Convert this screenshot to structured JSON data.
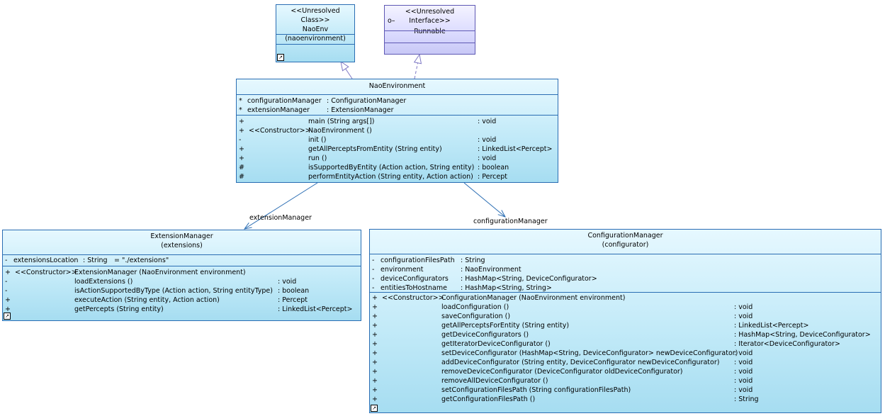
{
  "nao_env": {
    "stereotype": "<<Unresolved Class>>",
    "name": "NaoEnv",
    "package": "(naoenvironment)",
    "nav_glyph": "↗"
  },
  "runnable": {
    "stereotype": "<<Unresolved Interface>>",
    "lollipop": "o–",
    "name": "Runnable"
  },
  "nao_environment": {
    "name": "NaoEnvironment",
    "attributes": [
      {
        "vis": "*",
        "name": "configurationManager",
        "type": ": ConfigurationManager"
      },
      {
        "vis": "*",
        "name": "extensionManager",
        "type": ": ExtensionManager"
      }
    ],
    "operations": [
      {
        "vis": "+",
        "stereo": "",
        "sig": "main (String args[])",
        "ret": ": void"
      },
      {
        "vis": "+",
        "stereo": "<<Constructor>>",
        "sig": "NaoEnvironment ()",
        "ret": ""
      },
      {
        "vis": "-",
        "stereo": "",
        "sig": "init ()",
        "ret": ": void"
      },
      {
        "vis": "+",
        "stereo": "",
        "sig": "getAllPerceptsFromEntity (String entity)",
        "ret": ": LinkedList<Percept>"
      },
      {
        "vis": "+",
        "stereo": "",
        "sig": "run ()",
        "ret": ": void"
      },
      {
        "vis": "#",
        "stereo": "",
        "sig": "isSupportedByEntity (Action action, String entity)",
        "ret": ": boolean"
      },
      {
        "vis": "#",
        "stereo": "",
        "sig": "performEntityAction (String entity, Action action)",
        "ret": ": Percept"
      }
    ]
  },
  "extension_manager": {
    "name": "ExtensionManager",
    "package": "(extensions)",
    "nav_glyph": "↗",
    "attributes": [
      {
        "vis": "-",
        "name": "extensionsLocation",
        "type": ": String",
        "value": "= \"./extensions\""
      }
    ],
    "operations": [
      {
        "vis": "+",
        "stereo": "<<Constructor>>",
        "sig": "ExtensionManager (NaoEnvironment environment)",
        "ret": ""
      },
      {
        "vis": "-",
        "stereo": "",
        "sig": "loadExtensions ()",
        "ret": ": void"
      },
      {
        "vis": "-",
        "stereo": "",
        "sig": "isActionSupportedByType (Action action, String entityType)",
        "ret": ": boolean"
      },
      {
        "vis": "+",
        "stereo": "",
        "sig": "executeAction (String entity, Action action)",
        "ret": ": Percept"
      },
      {
        "vis": "+",
        "stereo": "",
        "sig": "getPercepts (String entity)",
        "ret": ": LinkedList<Percept>"
      }
    ]
  },
  "configuration_manager": {
    "name": "ConfigurationManager",
    "package": "(configurator)",
    "nav_glyph": "↗",
    "attributes": [
      {
        "vis": "-",
        "name": "configurationFilesPath",
        "type": ": String"
      },
      {
        "vis": "-",
        "name": "environment",
        "type": ": NaoEnvironment"
      },
      {
        "vis": "-",
        "name": "deviceConfigurators",
        "type": ": HashMap<String, DeviceConfigurator>"
      },
      {
        "vis": "-",
        "name": "entitiesToHostname",
        "type": ": HashMap<String, String>"
      }
    ],
    "operations": [
      {
        "vis": "+",
        "stereo": "<<Constructor>>",
        "sig": "ConfigurationManager (NaoEnvironment environment)",
        "ret": ""
      },
      {
        "vis": "+",
        "stereo": "",
        "sig": "loadConfiguration ()",
        "ret": ": void"
      },
      {
        "vis": "+",
        "stereo": "",
        "sig": "saveConfiguration ()",
        "ret": ": void"
      },
      {
        "vis": "+",
        "stereo": "",
        "sig": "getAllPerceptsForEntity (String entity)",
        "ret": ": LinkedList<Percept>"
      },
      {
        "vis": "+",
        "stereo": "",
        "sig": "getDeviceConfigurators ()",
        "ret": ": HashMap<String, DeviceConfigurator>"
      },
      {
        "vis": "+",
        "stereo": "",
        "sig": "getIteratorDeviceConfigurator ()",
        "ret": ": Iterator<DeviceConfigurator>"
      },
      {
        "vis": "+",
        "stereo": "",
        "sig": "setDeviceConfigurator (HashMap<String, DeviceConfigurator> newDeviceConfigurator)",
        "ret": ": void"
      },
      {
        "vis": "+",
        "stereo": "",
        "sig": "addDeviceConfigurator (String entity, DeviceConfigurator newDeviceConfigurator)",
        "ret": ": void"
      },
      {
        "vis": "+",
        "stereo": "",
        "sig": "removeDeviceConfigurator (DeviceConfigurator oldDeviceConfigurator)",
        "ret": ": void"
      },
      {
        "vis": "+",
        "stereo": "",
        "sig": "removeAllDeviceConfigurator ()",
        "ret": ": void"
      },
      {
        "vis": "+",
        "stereo": "",
        "sig": "setConfigurationFilesPath (String configurationFilesPath)",
        "ret": ": void"
      },
      {
        "vis": "+",
        "stereo": "",
        "sig": "getConfigurationFilesPath ()",
        "ret": ": String"
      }
    ]
  },
  "associations": {
    "extension_label": "extensionManager",
    "configuration_label": "configurationManager"
  },
  "colors": {
    "class_border": "#2a6db3",
    "interface_border": "#5e58b4",
    "class_fill": "#c2eaf8",
    "interface_fill": "#dcdcff"
  }
}
